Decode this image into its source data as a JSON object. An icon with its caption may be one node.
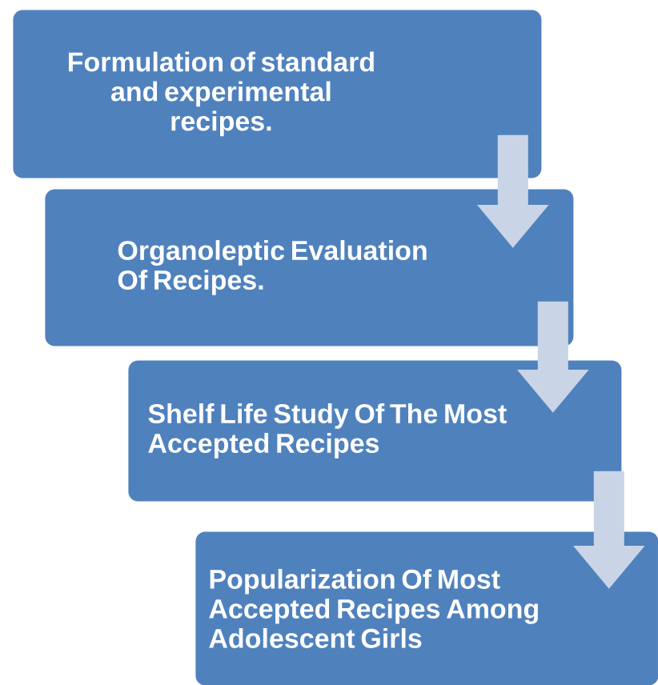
{
  "diagram": {
    "nodes": [
      {
        "text": [
          "Formulation of standard and experimental recipes."
        ]
      },
      {
        "text": [
          "Organoleptic Evaluation Of Recipes."
        ]
      },
      {
        "text": [
          "Shelf Life Study Of The Most Accepted Recipes"
        ]
      },
      {
        "text": [
          "Popularization Of Most Accepted Recipes Among Adolescent Girls"
        ]
      }
    ],
    "edges": [
      {
        "from": 0,
        "to": 1,
        "arrow": "to"
      },
      {
        "from": 1,
        "to": 2,
        "arrow": "to"
      },
      {
        "from": 2,
        "to": 3,
        "arrow": "to"
      }
    ]
  }
}
